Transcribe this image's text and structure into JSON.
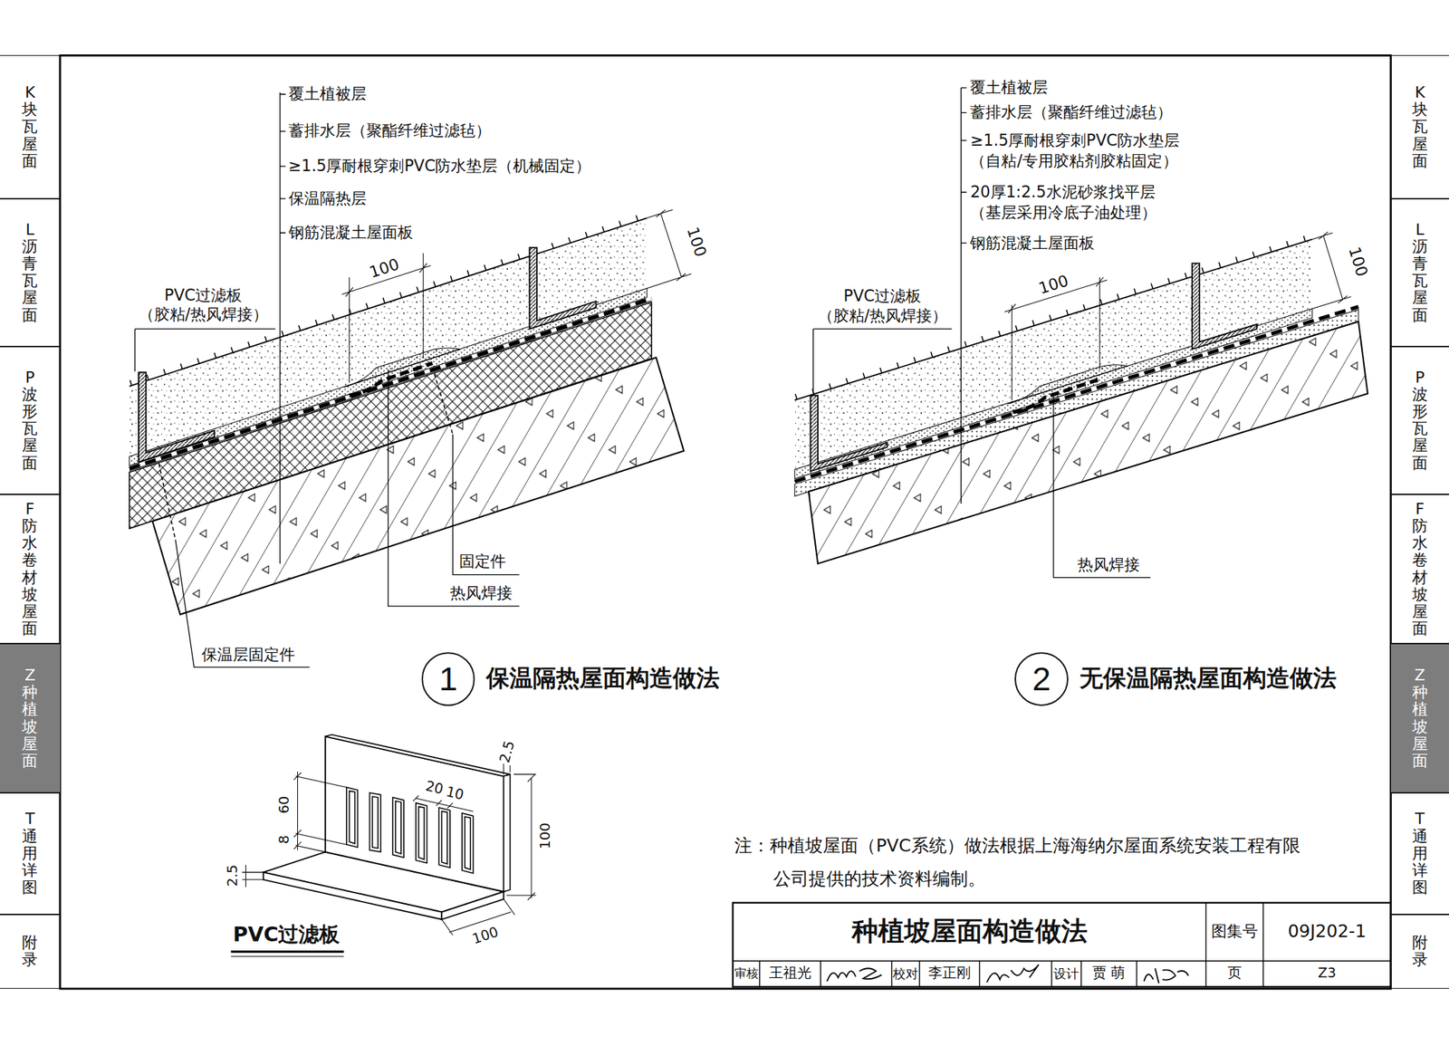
{
  "diagram": {
    "title": "种植坡屋面构造做法",
    "nodes": [
      {
        "text": [
          "K块瓦屋面"
        ]
      },
      {
        "text": [
          "L沥青瓦屋面"
        ]
      },
      {
        "text": [
          "P波形瓦屋面"
        ]
      },
      {
        "text": [
          "F防水卷材坡屋面"
        ]
      },
      {
        "text": [
          "Z种植坡屋面"
        ]
      },
      {
        "text": [
          "T通用详图"
        ]
      },
      {
        "text": [
          "附录"
        ]
      },
      {
        "text": [
          "1",
          "保温隔热屋面构造做法"
        ]
      },
      {
        "text": [
          "2",
          "无保温隔热屋面构造做法"
        ]
      },
      {
        "text": [
          "K块瓦屋面"
        ]
      },
      {
        "text": [
          "L沥青瓦屋面"
        ]
      },
      {
        "text": [
          "P波形瓦屋面"
        ]
      },
      {
        "text": [
          "F防水卷材坡屋面"
        ]
      },
      {
        "text": [
          "Z种植坡屋面"
        ]
      },
      {
        "text": [
          "T通用详图"
        ]
      },
      {
        "text": [
          "附录"
        ]
      }
    ],
    "labels": [
      "覆土植被层",
      "蓄排水层（聚酯纤维过滤毡）",
      "≥1.5厚耐根穿刺PVC防水垫层（机械固定）",
      "保温隔热层",
      "钢筋混凝土屋面板",
      "100",
      "100",
      "PVC过滤板 （胶粘/热风焊接）",
      "固定件",
      "热风焊接",
      "保温层固定件",
      "覆土植被层",
      "蓄排水层（聚酯纤维过滤毡）",
      "≥1.5厚耐根穿刺PVC防水垫层 （自粘/专用胶粘剂胶粘固定）",
      "20厚1:2.5水泥砂浆找平层 （基层采用冷底子油处理）",
      "钢筋混凝土屋面板",
      "100",
      "100",
      "PVC过滤板 （胶粘/热风焊接）",
      "热风焊接",
      "2.5",
      "8",
      "60",
      "20",
      "10",
      "100",
      "2.5",
      "100",
      "PVC过滤板",
      "注：种植坡屋面（PVC系统）做法根据上海海纳尔屋面系统安装工程有限 公司提供的技术资料编制。",
      "图集号",
      "09J202-1",
      "审核",
      "王祖光",
      "校对",
      "李正刚",
      "设计",
      "贾 萌",
      "页",
      "Z3"
    ]
  }
}
